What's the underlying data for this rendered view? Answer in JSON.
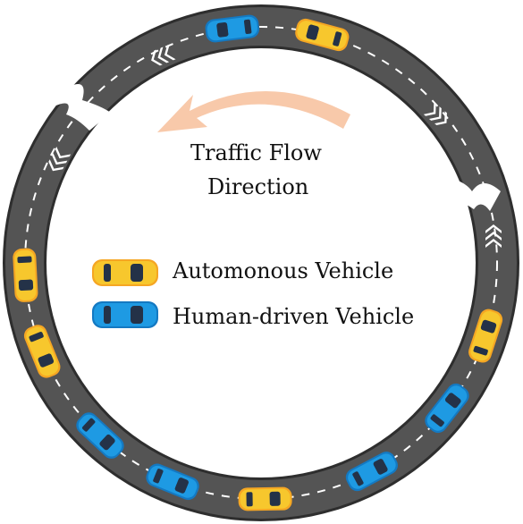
{
  "diagram": {
    "flow_label_line1": "Traffic Flow",
    "flow_label_line2": "Direction",
    "legend": {
      "autonomous": "Automonous Vehicle",
      "human": "Human-driven Vehicle"
    }
  },
  "colors": {
    "road": "#545454",
    "road_edge": "#2e2e2e",
    "lane_marking": "#ffffff",
    "autonomous_car": "#f7c72d",
    "human_car": "#1e9ae3",
    "flow_arrow": "#f8c9aa"
  },
  "vehicles": [
    {
      "type": "human",
      "angle_deg": -97
    },
    {
      "type": "autonomous",
      "angle_deg": -75
    },
    {
      "type": "autonomous",
      "angle_deg": 18
    },
    {
      "type": "human",
      "angle_deg": 38
    },
    {
      "type": "human",
      "angle_deg": 62
    },
    {
      "type": "autonomous",
      "angle_deg": 89
    },
    {
      "type": "human",
      "angle_deg": 112
    },
    {
      "type": "human",
      "angle_deg": 133
    },
    {
      "type": "autonomous",
      "angle_deg": 158
    },
    {
      "type": "autonomous",
      "angle_deg": 177
    }
  ]
}
